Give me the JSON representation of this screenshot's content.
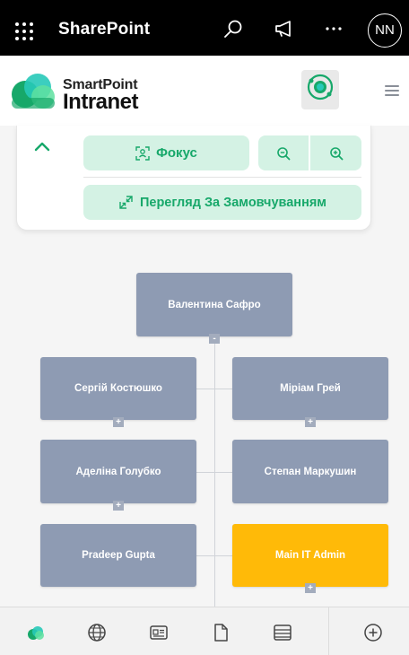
{
  "suitebar": {
    "title": "SharePoint",
    "avatar_initials": "NN",
    "icons": [
      "app-launcher-icon",
      "search-icon",
      "megaphone-icon",
      "more-icon"
    ]
  },
  "site": {
    "logo_line1": "SmartPoint",
    "logo_line2": "Intranet",
    "brand_colors": [
      "#17a86a",
      "#27c9b8",
      "#5ee0a0"
    ]
  },
  "controls": {
    "focus_label": "Фокус",
    "default_view_label": "Перегляд За Замовчуванням",
    "accent": "#17a86a",
    "button_bg": "#d4f2e4"
  },
  "orgchart": {
    "root": {
      "name": "Валентина Сафро",
      "toggle": "-"
    },
    "left": [
      {
        "name": "Сергій Костюшко",
        "toggle": "+"
      },
      {
        "name": "Аделіна Голубко",
        "toggle": "+"
      },
      {
        "name": "Pradeep Gupta",
        "toggle": ""
      }
    ],
    "right": [
      {
        "name": "Міріам Грей",
        "toggle": "+"
      },
      {
        "name": "Степан Маркушин",
        "toggle": ""
      },
      {
        "name": "Main IT Admin",
        "toggle": "+"
      }
    ],
    "node_color": "#8e9bb3",
    "highlight_color": "#ffba08"
  },
  "tabbar": {
    "icons": [
      "home-icon",
      "globe-icon",
      "news-icon",
      "document-icon",
      "list-icon",
      "add-icon"
    ]
  }
}
